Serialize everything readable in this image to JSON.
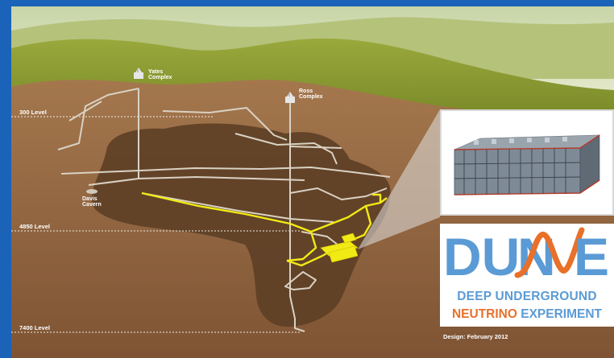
{
  "levels": {
    "l300": "300 Level",
    "l4850": "4850 Level",
    "l7400": "7400 Level"
  },
  "sites": {
    "yates_line1": "Yates",
    "yates_line2": "Complex",
    "ross_line1": "Ross",
    "ross_line2": "Complex",
    "davis_line1": "Davis",
    "davis_line2": "Cavern"
  },
  "logo": {
    "part1": "DU",
    "part2": "N",
    "part3": "E",
    "line1": "DEEP UNDERGROUND",
    "line2_part1": "NEUTRINO",
    "line2_part2": " EXPERIMENT"
  },
  "credit": "Design: February 2012",
  "colors": {
    "frame": "#1a63b8",
    "sky": "#dfe6c6",
    "hill": "#8a9a32",
    "earth": "#9a6d45",
    "cavern": "#5e4026",
    "tunnel": "#d9d2c4",
    "highlight": "#f2ea15",
    "logo_blue": "#5b9bd5",
    "logo_orange": "#e8702a"
  },
  "icons": [
    "headframe-icon",
    "far-detector-icon"
  ]
}
